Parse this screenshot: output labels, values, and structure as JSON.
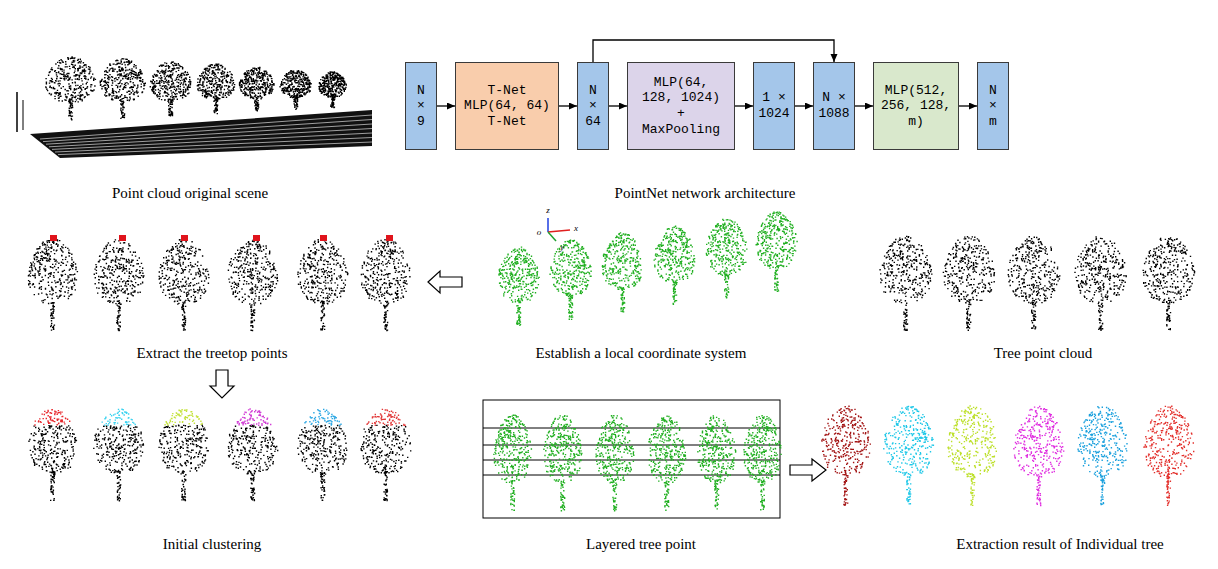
{
  "diagram": {
    "nodes": [
      {
        "text": [
          "N × 9"
        ]
      },
      {
        "text": [
          "T-Net MLP(64, 64) T-Net"
        ]
      },
      {
        "text": [
          "N × 64"
        ]
      },
      {
        "text": [
          "MLP(64, 128, 1024) + MaxPooling"
        ]
      },
      {
        "text": [
          "1 × 1024"
        ]
      },
      {
        "text": [
          "N × 1088"
        ]
      },
      {
        "text": [
          "MLP(512, 256, 128, m)"
        ]
      },
      {
        "text": [
          "N × m"
        ]
      }
    ],
    "edges": [
      {
        "from": 0,
        "to": 1,
        "arrow": "to"
      },
      {
        "from": 1,
        "to": 2,
        "arrow": "to"
      },
      {
        "from": 2,
        "to": 3,
        "arrow": "to"
      },
      {
        "from": 3,
        "to": 4,
        "arrow": "to"
      },
      {
        "from": 4,
        "to": 5,
        "arrow": "to"
      },
      {
        "from": 5,
        "to": 6,
        "arrow": "to"
      },
      {
        "from": 6,
        "to": 7,
        "arrow": "to"
      },
      {
        "from": 2,
        "to": 5,
        "arrow": "to"
      }
    ],
    "labels": [
      "Point cloud original scene",
      "PointNet network architecture",
      "z",
      "o",
      "x",
      "y",
      "Extract the treetop points",
      "Establish a local coordinate system",
      "Tree point cloud",
      "Initial clustering",
      "Layered tree point",
      "Extraction result of Individual tree"
    ]
  }
}
